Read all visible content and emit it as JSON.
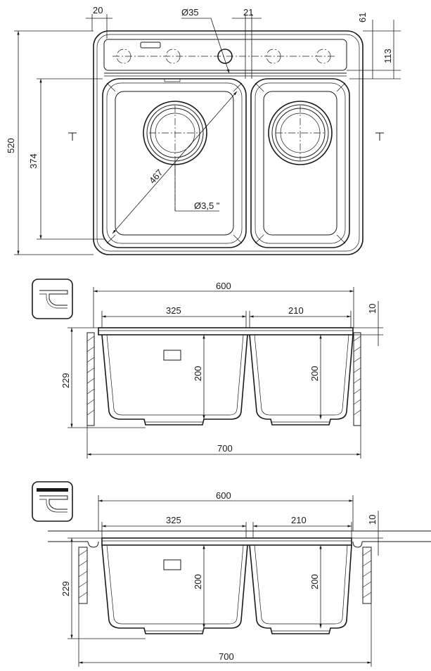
{
  "top_view": {
    "dims": {
      "tap_offset": "20",
      "tap_hole": "Ø35",
      "divider_width": "21",
      "rim_depth": "61",
      "ledge_depth": "113",
      "overall_depth": "520",
      "bowl_depth": "374",
      "diagonal": "467",
      "drain": "Ø3,5 \""
    }
  },
  "section_1": {
    "dims": {
      "total_width": "600",
      "big_bowl_width": "325",
      "small_bowl_width": "210",
      "rim_height": "10",
      "total_height": "229",
      "big_bowl_depth": "200",
      "small_bowl_depth": "200",
      "cutout_width": "700"
    }
  },
  "section_2": {
    "dims": {
      "total_width": "600",
      "big_bowl_width": "325",
      "small_bowl_width": "210",
      "rim_height": "10",
      "total_height": "229",
      "big_bowl_depth": "200",
      "small_bowl_depth": "200",
      "cutout_width": "700"
    }
  }
}
